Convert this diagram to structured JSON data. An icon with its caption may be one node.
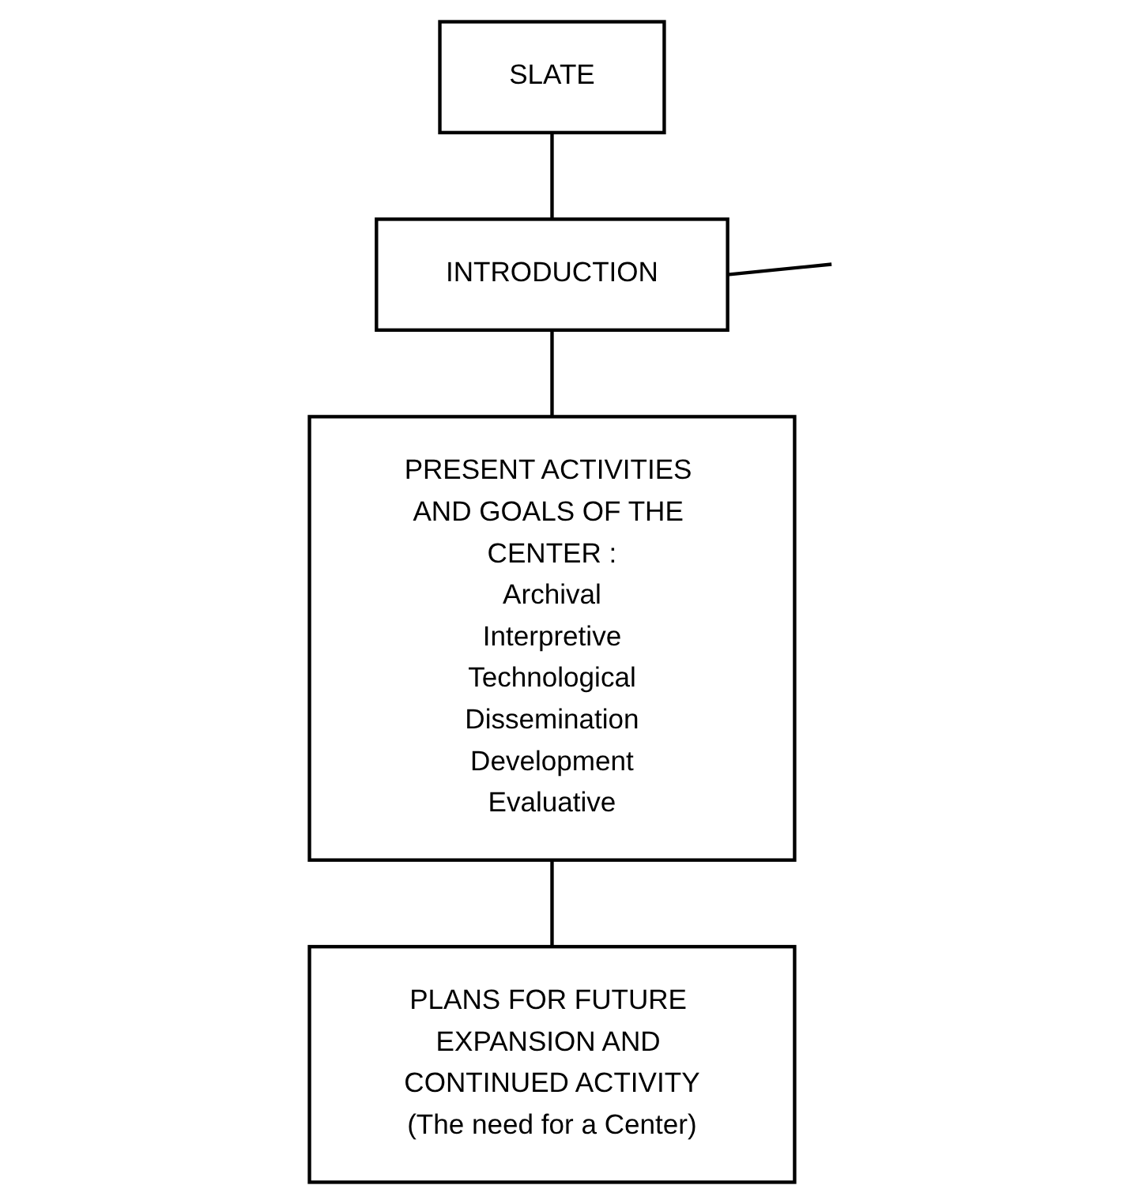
{
  "diagram": {
    "nodes": [
      {
        "text": [
          "SLATE"
        ]
      },
      {
        "text": [
          "INTRODUCTION"
        ]
      },
      {
        "text": [
          "PRESENT ACTIVITIES AND GOALS OF THE CENTER :",
          "Archival",
          "Interpretive",
          "Technological",
          "Dissemination",
          "Development",
          "Evaluative"
        ]
      },
      {
        "text": [
          "PLANS FOR FUTURE EXPANSION AND CONTINUED ACTIVITY",
          "(The need for a Center)"
        ]
      }
    ],
    "edges": [
      {
        "from": 0,
        "to": 1,
        "arrow": "none"
      },
      {
        "from": 1,
        "to": 2,
        "arrow": "none"
      },
      {
        "from": 2,
        "to": 3,
        "arrow": "none"
      },
      {
        "from": 1,
        "to": null,
        "arrow": "none"
      }
    ]
  }
}
